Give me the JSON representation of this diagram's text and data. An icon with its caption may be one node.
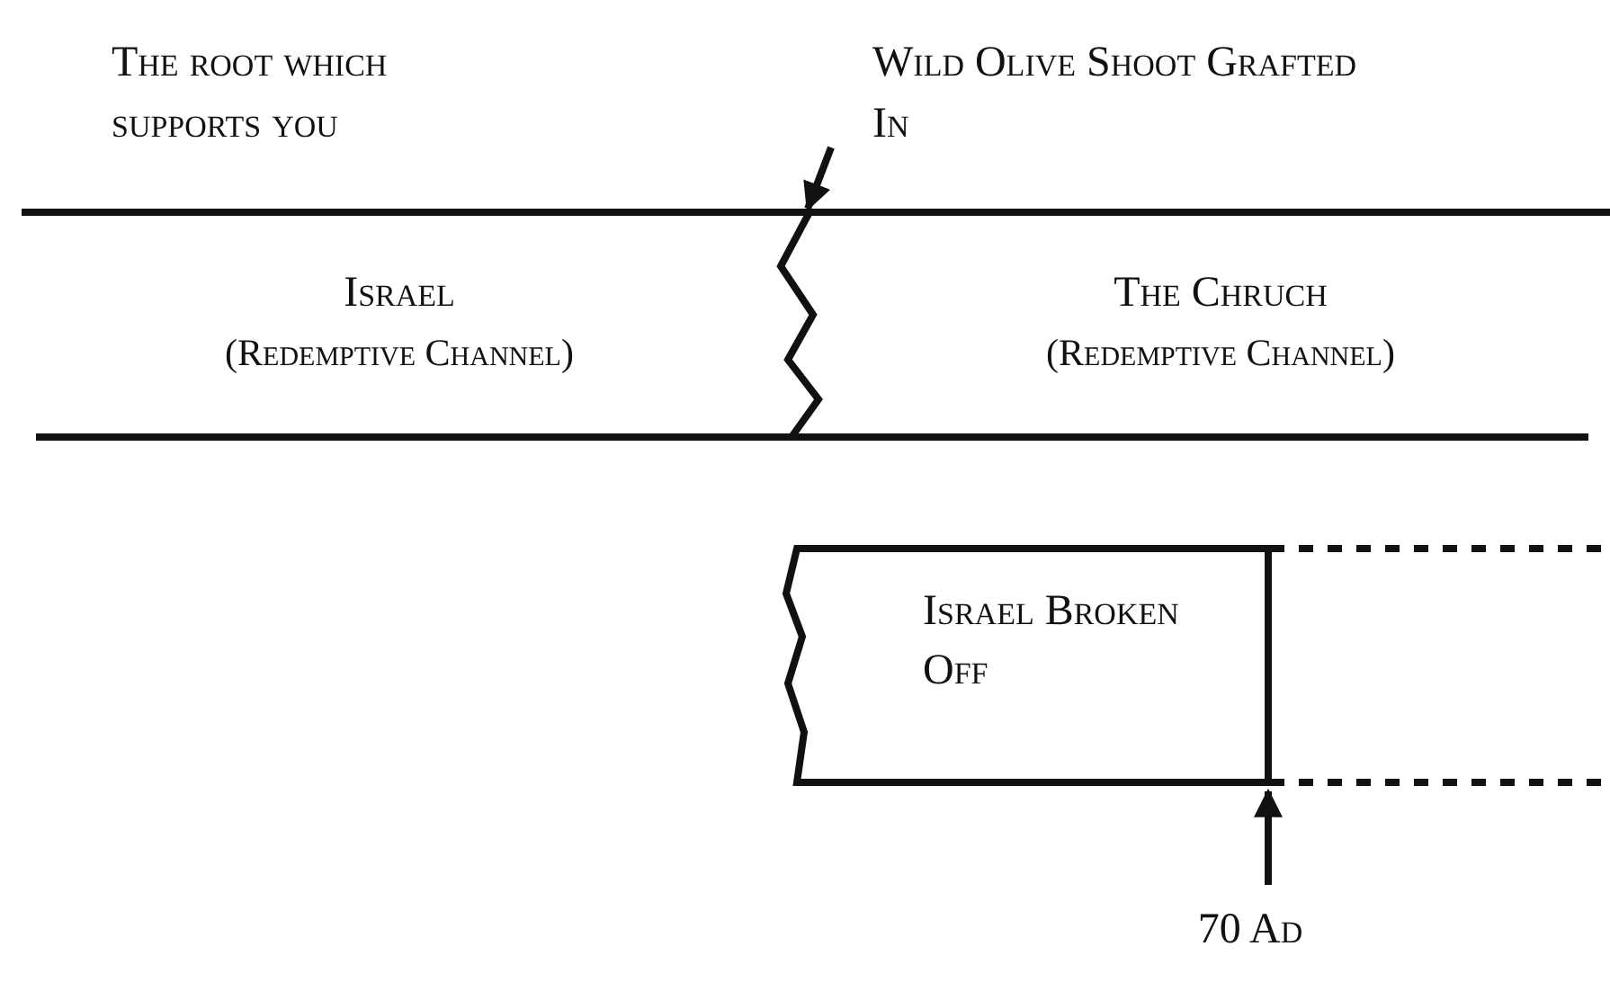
{
  "diagram": {
    "nodes": [
      {
        "text": [
          "Wild Olive Shoot Grafted In"
        ]
      },
      {
        "text": [
          "Israel",
          "(Redemptive Channel)"
        ]
      },
      {
        "text": [
          "The Chruch",
          "(Redemptive Channel)"
        ]
      },
      {
        "text": [
          "Israel Broken Off"
        ]
      },
      {
        "text": [],
        "shape": "box"
      },
      {
        "text": [
          "70 Ad"
        ]
      }
    ],
    "edges": [
      {
        "from": 0,
        "to": 2,
        "arrow": "to"
      },
      {
        "from": 5,
        "to": 3,
        "arrow": "to"
      }
    ],
    "labels": [
      "The root which supports you"
    ]
  }
}
